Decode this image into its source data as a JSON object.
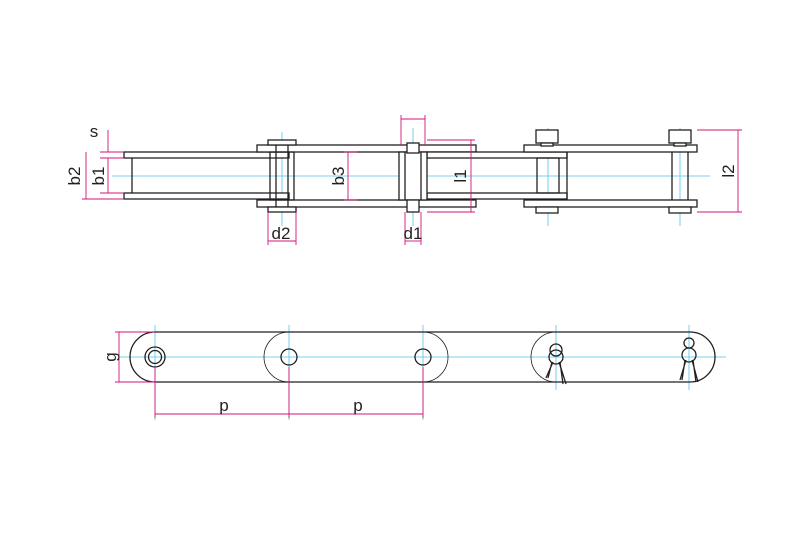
{
  "colors": {
    "outline": "#231f20",
    "centerline": "#4fc3e8",
    "dimension": "#d4147a"
  },
  "labels": {
    "s": "s",
    "b2": "b2",
    "b1": "b1",
    "b3": "b3",
    "d2": "d2",
    "d1": "d1",
    "l1": "l1",
    "l2": "l2",
    "g": "g",
    "p1": "p",
    "p2": "p"
  }
}
